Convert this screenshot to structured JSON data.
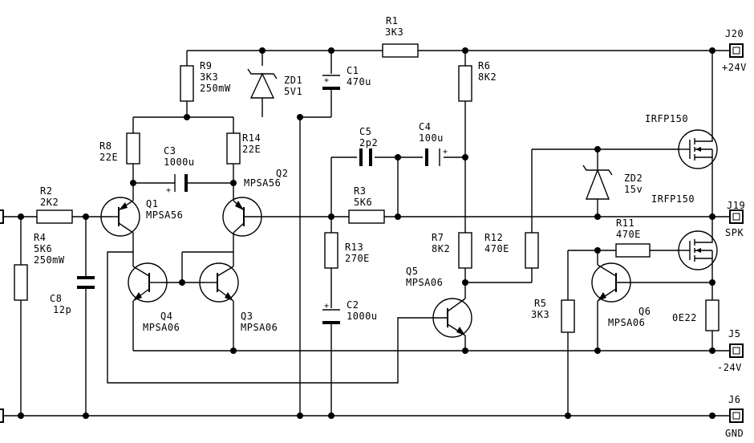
{
  "components": {
    "R1": {
      "ref": "R1",
      "value": "3K3"
    },
    "R2": {
      "ref": "R2",
      "value": "2K2"
    },
    "R3": {
      "ref": "R3",
      "value": "5K6"
    },
    "R4": {
      "ref": "R4",
      "value": "5K6",
      "rating": "250mW"
    },
    "R5": {
      "ref": "R5",
      "value": "3K3"
    },
    "R6": {
      "ref": "R6",
      "value": "8K2"
    },
    "R7": {
      "ref": "R7",
      "value": "8K2"
    },
    "R8": {
      "ref": "R8",
      "value": "22E"
    },
    "R9": {
      "ref": "R9",
      "value": "3K3",
      "rating": "250mW"
    },
    "R11": {
      "ref": "R11",
      "value": "470E"
    },
    "R12": {
      "ref": "R12",
      "value": "470E"
    },
    "R13": {
      "ref": "R13",
      "value": "270E"
    },
    "R14": {
      "ref": "R14",
      "value": "22E"
    },
    "R_shunt": {
      "value": "0E22"
    },
    "C1": {
      "ref": "C1",
      "value": "470u"
    },
    "C2": {
      "ref": "C2",
      "value": "1000u"
    },
    "C3": {
      "ref": "C3",
      "value": "1000u"
    },
    "C4": {
      "ref": "C4",
      "value": "100u"
    },
    "C5": {
      "ref": "C5",
      "value": "2p2"
    },
    "C8": {
      "ref": "C8",
      "value": "12p"
    },
    "ZD1": {
      "ref": "ZD1",
      "value": "5V1"
    },
    "ZD2": {
      "ref": "ZD2",
      "value": "15v"
    },
    "Q1": {
      "ref": "Q1",
      "part": "MPSA56"
    },
    "Q2": {
      "ref": "Q2",
      "part": "MPSA56"
    },
    "Q3": {
      "ref": "Q3",
      "part": "MPSA06"
    },
    "Q4": {
      "ref": "Q4",
      "part": "MPSA06"
    },
    "Q5": {
      "ref": "Q5",
      "part": "MPSA06"
    },
    "Q6": {
      "ref": "Q6",
      "part": "MPSA06"
    },
    "M1": {
      "part": "IRFP150"
    },
    "M2": {
      "part": "IRFP150"
    }
  },
  "connectors": {
    "J20": {
      "ref": "J20",
      "label": "+24V"
    },
    "J19": {
      "ref": "J19",
      "label": "SPK"
    },
    "J5": {
      "ref": "J5",
      "label": "-24V"
    },
    "J6": {
      "ref": "J6",
      "label": "GND"
    }
  }
}
